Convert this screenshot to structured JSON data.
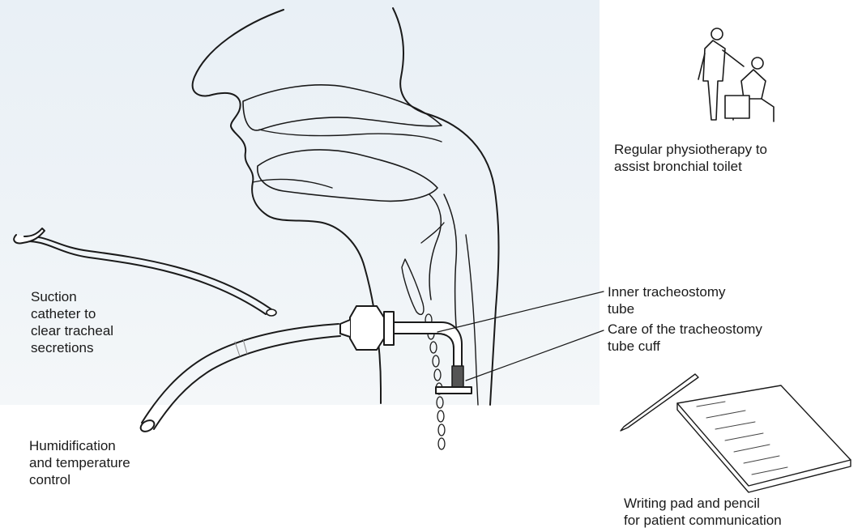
{
  "labels": {
    "physiotherapy": "Regular physiotherapy to\nassist bronchial toilet",
    "suction": "Suction\ncatheter to\nclear tracheal\nsecretions",
    "inner_tube": "Inner tracheostomy\ntube",
    "cuff_care": "Care of the tracheostomy\ntube cuff",
    "humidification": "Humidification\nand temperature\ncontrol",
    "writing_pad": "Writing pad and pencil\nfor patient communication"
  },
  "colors": {
    "line": "#1a1a1a",
    "background_wash": "#e9f0f6"
  }
}
